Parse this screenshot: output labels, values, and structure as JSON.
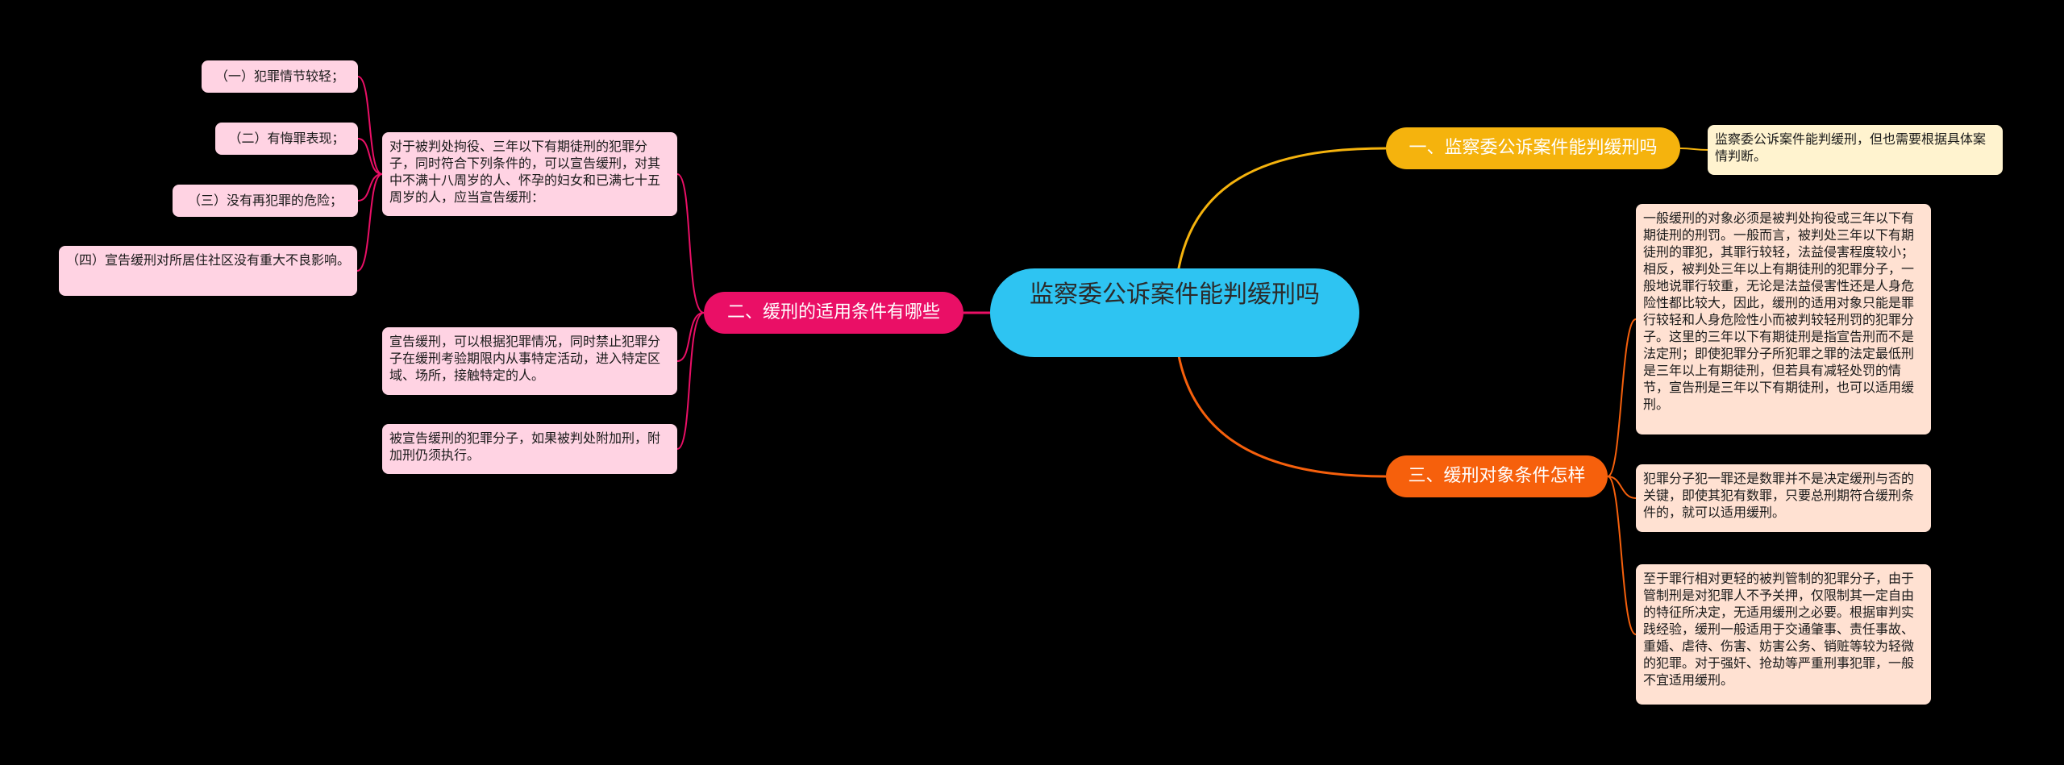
{
  "mindmap": {
    "central": "监察委公诉案件能判缓刑吗",
    "branch1": {
      "label": "一、监察委公诉案件能判缓刑吗",
      "leaf1": "监察委公诉案件能判缓刑，但也需要根据具体案情判断。"
    },
    "branch2": {
      "label": "二、缓刑的适用条件有哪些",
      "leaf1": "对于被判处拘役、三年以下有期徒刑的犯罪分子，同时符合下列条件的，可以宣告缓刑，对其中不满十八周岁的人、怀孕的妇女和已满七十五周岁的人，应当宣告缓刑：",
      "sub1": "（一）犯罪情节较轻；",
      "sub2": "（二）有悔罪表现；",
      "sub3": "（三）没有再犯罪的危险；",
      "sub4": "（四）宣告缓刑对所居住社区没有重大不良影响。",
      "leaf2": "宣告缓刑，可以根据犯罪情况，同时禁止犯罪分子在缓刑考验期限内从事特定活动，进入特定区域、场所，接触特定的人。",
      "leaf3": "被宣告缓刑的犯罪分子，如果被判处附加刑，附加刑仍须执行。"
    },
    "branch3": {
      "label": "三、缓刑对象条件怎样",
      "leaf1": "一般缓刑的对象必须是被判处拘役或三年以下有期徒刑的刑罚。一般而言，被判处三年以下有期徒刑的罪犯，其罪行较轻，法益侵害程度较小；相反，被判处三年以上有期徒刑的犯罪分子，一般地说罪行较重，无论是法益侵害性还是人身危险性都比较大，因此，缓刑的适用对象只能是罪行较轻和人身危险性小而被判较轻刑罚的犯罪分子。这里的三年以下有期徒刑是指宣告刑而不是法定刑；即使犯罪分子所犯罪之罪的法定最低刑是三年以上有期徒刑，但若具有减轻处罚的情节，宣告刑是三年以下有期徒刑，也可以适用缓刑。",
      "leaf2": "犯罪分子犯一罪还是数罪并不是决定缓刑与否的关键，即使其犯有数罪，只要总刑期符合缓刑条件的，就可以适用缓刑。",
      "leaf3": "至于罪行相对更轻的被判管制的犯罪分子，由于管制刑是对犯罪人不予关押，仅限制其一定自由的特征所决定，无适用缓刑之必要。根据审判实践经验，缓刑一般适用于交通肇事、责任事故、重婚、虐待、伤害、妨害公务、销赃等较为轻微的犯罪。对于强奸、抢劫等严重刑事犯罪，一般不宜适用缓刑。"
    }
  },
  "colors": {
    "background": "#000000",
    "central": "#2ec4f2",
    "branch1": "#f5b30d",
    "branch2": "#ea0f66",
    "branch3": "#f6600c",
    "leaf_pink": "#ffd3e3",
    "leaf_yellow": "#fff3cf",
    "leaf_peach": "#ffe1d2"
  }
}
